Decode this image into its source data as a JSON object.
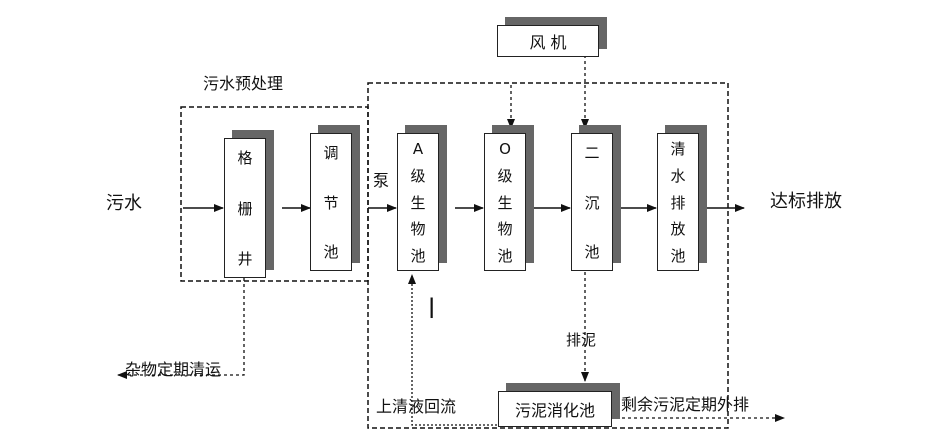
{
  "labels": {
    "sewage": "污水",
    "pretreatment": "污水预处理",
    "pump": "泵",
    "discharge": "达标排放",
    "sludge_out": "排泥",
    "debris": "杂物定期清运",
    "supernatant": "上清液回流",
    "excess_sludge": "剩余污泥定期外排",
    "mark": "|"
  },
  "units": {
    "fan": "风 机",
    "grille": [
      "格",
      "栅",
      "井"
    ],
    "regulating": [
      "调",
      "节",
      "池"
    ],
    "a_tank": [
      "A",
      "级",
      "生",
      "物",
      "池"
    ],
    "o_tank": [
      "O",
      "级",
      "生",
      "物",
      "池"
    ],
    "clarifier": [
      "二",
      "沉",
      "池"
    ],
    "clear_tank": [
      "清",
      "水",
      "排",
      "放",
      "池"
    ],
    "digester": "污泥消化池"
  }
}
